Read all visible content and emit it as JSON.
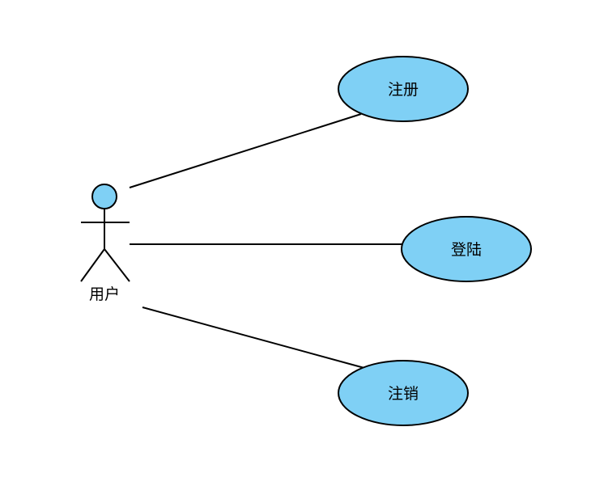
{
  "colors": {
    "fill": "#7fd0f5",
    "stroke": "#000000",
    "background": "#ffffff"
  },
  "actor": {
    "label": "用户"
  },
  "use_cases": [
    {
      "label": "注册"
    },
    {
      "label": "登陆"
    },
    {
      "label": "注销"
    }
  ]
}
